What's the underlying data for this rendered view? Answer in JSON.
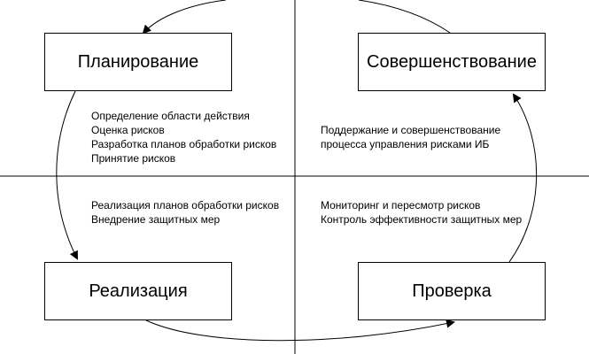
{
  "boxes": {
    "planning": "Планирование",
    "improvement": "Совершенствование",
    "implementation": "Реализация",
    "check": "Проверка"
  },
  "texts": {
    "planning": [
      "Определение области действия",
      "Оценка рисков",
      "Разработка планов обработки рисков",
      "Принятие рисков"
    ],
    "improvement": [
      "Поддержание и совершенствование",
      "процесса управления рисками ИБ"
    ],
    "implementation": [
      "Реализация планов обработки рисков",
      "Внедрение защитных мер"
    ],
    "check": [
      "Мониторинг и пересмотр рисков",
      "Контроль эффективности защитных мер"
    ]
  }
}
